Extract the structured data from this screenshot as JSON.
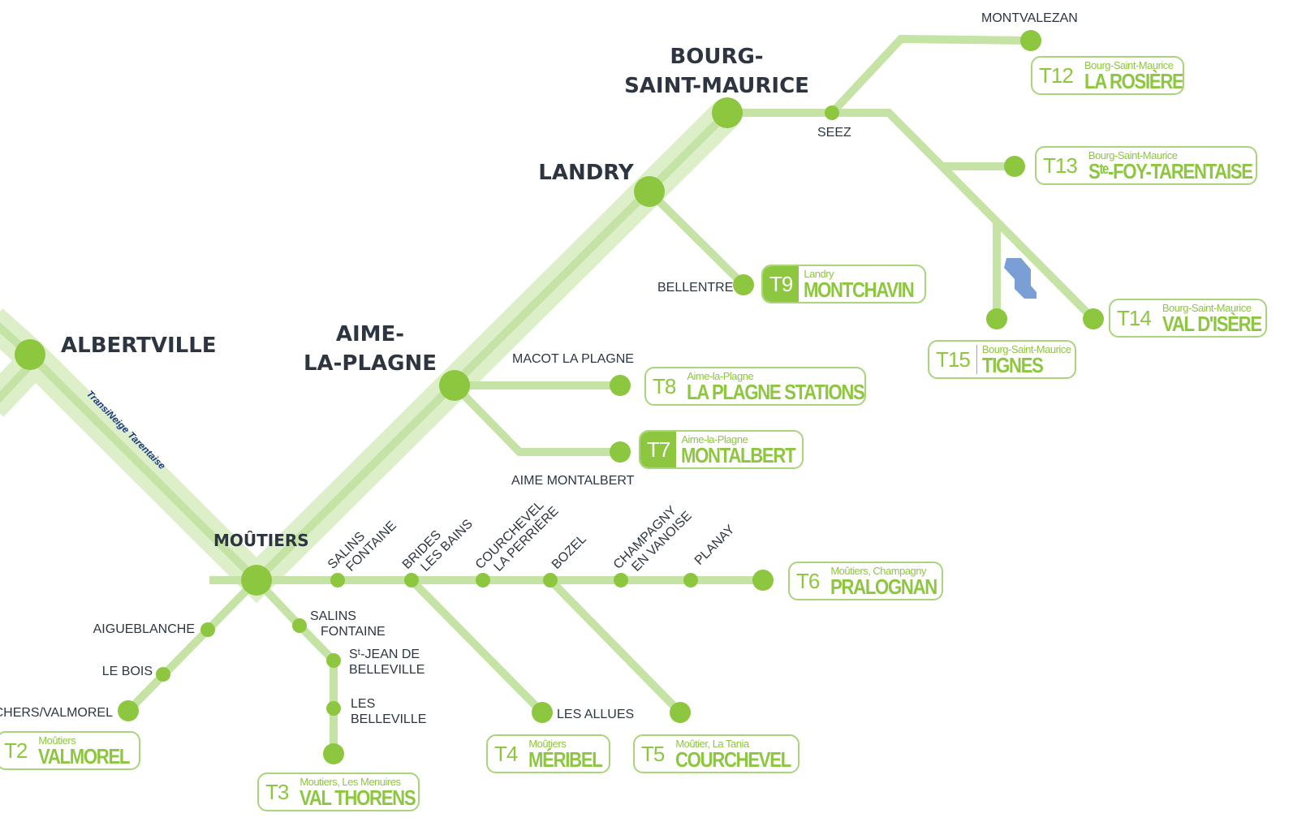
{
  "colors": {
    "line": "#c5e3a4",
    "band": "#dcefc8",
    "stop": "#8dc63f",
    "text": "#2d3640",
    "badge": "#8dc63f",
    "lake": "#7a9fd4",
    "label_blue": "#1f3a8a"
  },
  "hubs": {
    "albertville": "ALBERTVILLE",
    "moutiers": "MOÛTIERS",
    "aime": [
      "AIME-",
      "LA-PLAGNE"
    ],
    "landry": "LANDRY",
    "bourg": [
      "BOURG-",
      "SAINT-MAURICE"
    ]
  },
  "trunk_label": "TransiNeige Tarentaise",
  "stations": {
    "montvalezan": "MONTVALEZAN",
    "seez": "SEEZ",
    "bellentre": "BELLENTRE",
    "macot": "MACOT LA PLAGNE",
    "aime_montalbert": "AIME MONTALBERT",
    "salins_h": [
      "SALINS",
      "FONTAINE"
    ],
    "brides": [
      "BRIDES",
      "LES BAINS"
    ],
    "courchevel_lp": [
      "COURCHEVEL",
      "LA PERRIÈRE"
    ],
    "bozel": "BOZEL",
    "champagny": [
      "CHAMPAGNY",
      "EN VANOISE"
    ],
    "planay": "PLANAY",
    "aigueblanche": "AIGUEBLANCHE",
    "le_bois": "LE BOIS",
    "valmorel_stop": "CHERS/VALMOREL",
    "salins_v": [
      "SALINS",
      "FONTAINE"
    ],
    "st_jean": [
      "Sᵗ-JEAN DE",
      "BELLEVILLE"
    ],
    "les_belleville": [
      "LES",
      "BELLEVILLE"
    ],
    "les_allues": "LES ALLUES"
  },
  "badges": [
    {
      "num": "T12",
      "origin": "Bourg-Saint-Maurice",
      "dest": "LA ROSIÈRE"
    },
    {
      "num": "T13",
      "origin": "Bourg-Saint-Maurice",
      "dest": "Sᵗᵉ-FOY-TARENTAISE"
    },
    {
      "num": "T9",
      "origin": "Landry",
      "dest": "MONTCHAVIN",
      "filled": true
    },
    {
      "num": "T14",
      "origin": "Bourg-Saint-Maurice",
      "dest": "VAL D'ISÈRE"
    },
    {
      "num": "T15",
      "origin": "Bourg-Saint-Maurice",
      "dest": "TIGNES"
    },
    {
      "num": "T8",
      "origin": "Aime-la-Plagne",
      "dest": "LA PLAGNE STATIONS"
    },
    {
      "num": "T7",
      "origin": "Aime-la-Plagne",
      "dest": "MONTALBERT",
      "filled": true
    },
    {
      "num": "T6",
      "origin": "Moûtiers, Champagny",
      "dest": "PRALOGNAN"
    },
    {
      "num": "T2",
      "origin": "Moûtiers",
      "dest": "VALMOREL"
    },
    {
      "num": "T3",
      "origin": "Moutiers, Les Menuires",
      "dest": "VAL THORENS"
    },
    {
      "num": "T4",
      "origin": "Moûtiers",
      "dest": "MÉRIBEL"
    },
    {
      "num": "T5",
      "origin": "Moûtier, La Tania",
      "dest": "COURCHEVEL"
    }
  ]
}
